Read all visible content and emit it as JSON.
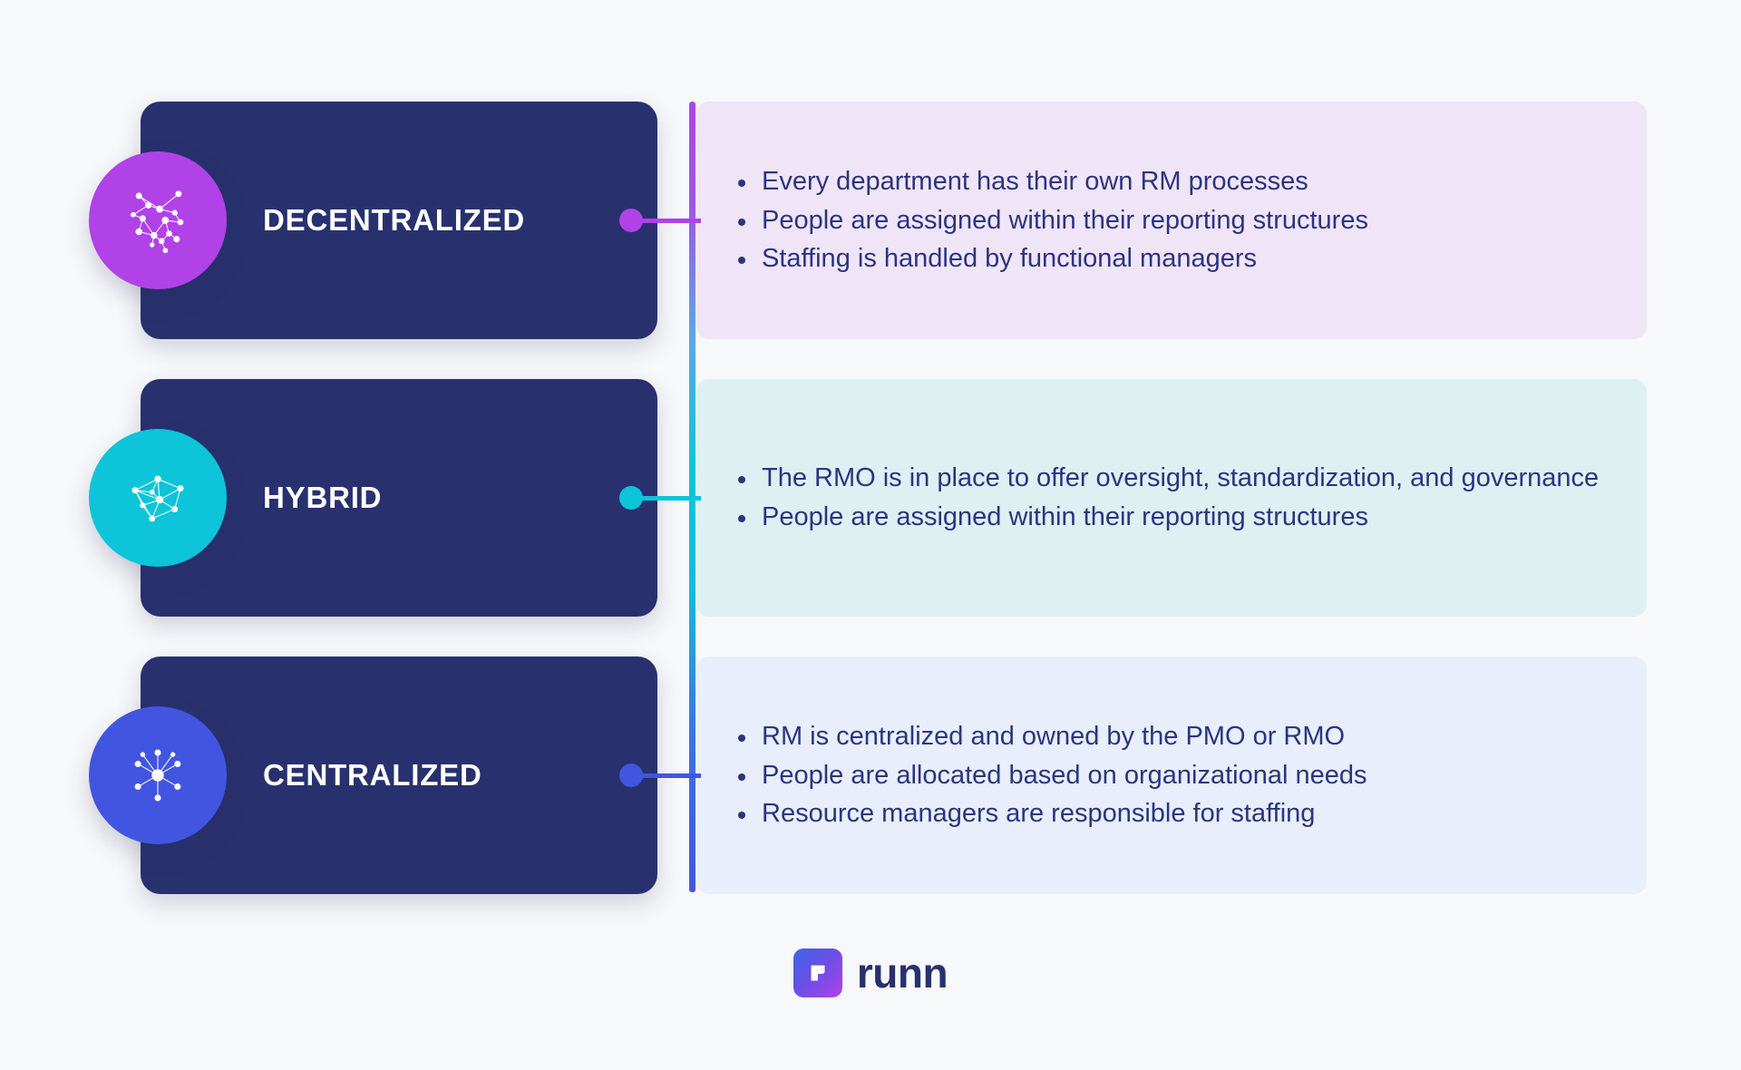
{
  "theme": {
    "page_bg": "#f7f8fa",
    "card_navy": "#28316e",
    "text_navy": "#2c3480",
    "accent_purple": "#b042e8",
    "accent_cyan": "#0dc4d9",
    "accent_blue": "#4255e0",
    "panel_lavender": "#f0e5f7",
    "panel_mint": "#ddf1f3",
    "panel_ice": "#e8eefb"
  },
  "diagram": {
    "type": "three-tier-comparison",
    "rows": [
      {
        "title": "DECENTRALIZED",
        "icon": "network-scatter-icon",
        "accent": "#b042e8",
        "bullets": [
          "Every department has their own RM processes",
          "People are assigned within their reporting structures",
          "Staffing is handled by functional managers"
        ]
      },
      {
        "title": "HYBRID",
        "icon": "network-mesh-icon",
        "accent": "#0dc4d9",
        "bullets": [
          "The RMO is in place to offer oversight, standardization, and governance",
          "People are assigned within their reporting structures"
        ]
      },
      {
        "title": "CENTRALIZED",
        "icon": "network-hub-icon",
        "accent": "#4255e0",
        "bullets": [
          "RM is centralized and owned by the PMO or RMO",
          "People are allocated based on organizational needs",
          "Resource managers are responsible for staffing"
        ]
      }
    ]
  },
  "footer": {
    "logo_mark": "runn-logo-icon",
    "wordmark": "runn"
  }
}
